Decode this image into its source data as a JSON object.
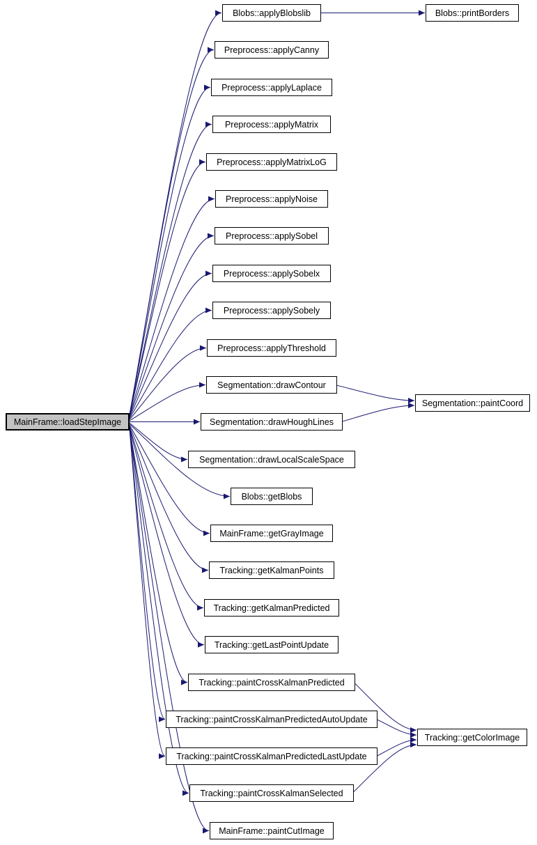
{
  "diagram": {
    "type": "call-graph",
    "colors": {
      "edge": "#191970",
      "node_border": "#000000",
      "node_fill": "#ffffff",
      "root_fill": "#c3c3c3"
    },
    "root": {
      "label": "MainFrame::loadStepImage"
    },
    "nodes": [
      {
        "id": "loadStepImage",
        "label": "MainFrame::loadStepImage"
      },
      {
        "id": "applyBlobslib",
        "label": "Blobs::applyBlobslib"
      },
      {
        "id": "printBorders",
        "label": "Blobs::printBorders"
      },
      {
        "id": "applyCanny",
        "label": "Preprocess::applyCanny"
      },
      {
        "id": "applyLaplace",
        "label": "Preprocess::applyLaplace"
      },
      {
        "id": "applyMatrix",
        "label": "Preprocess::applyMatrix"
      },
      {
        "id": "applyMatrixLoG",
        "label": "Preprocess::applyMatrixLoG"
      },
      {
        "id": "applyNoise",
        "label": "Preprocess::applyNoise"
      },
      {
        "id": "applySobel",
        "label": "Preprocess::applySobel"
      },
      {
        "id": "applySobelx",
        "label": "Preprocess::applySobelx"
      },
      {
        "id": "applySobely",
        "label": "Preprocess::applySobely"
      },
      {
        "id": "applyThreshold",
        "label": "Preprocess::applyThreshold"
      },
      {
        "id": "drawContour",
        "label": "Segmentation::drawContour"
      },
      {
        "id": "drawHoughLines",
        "label": "Segmentation::drawHoughLines"
      },
      {
        "id": "paintCoord",
        "label": "Segmentation::paintCoord"
      },
      {
        "id": "drawLocalScaleSpace",
        "label": "Segmentation::drawLocalScaleSpace"
      },
      {
        "id": "getBlobs",
        "label": "Blobs::getBlobs"
      },
      {
        "id": "getGrayImage",
        "label": "MainFrame::getGrayImage"
      },
      {
        "id": "getKalmanPoints",
        "label": "Tracking::getKalmanPoints"
      },
      {
        "id": "getKalmanPredicted",
        "label": "Tracking::getKalmanPredicted"
      },
      {
        "id": "getLastPointUpdate",
        "label": "Tracking::getLastPointUpdate"
      },
      {
        "id": "paintCrossKalmanPredicted",
        "label": "Tracking::paintCrossKalmanPredicted"
      },
      {
        "id": "paintCrossKalmanPredictedAutoUpdate",
        "label": "Tracking::paintCrossKalmanPredictedAutoUpdate"
      },
      {
        "id": "paintCrossKalmanPredictedLastUpdate",
        "label": "Tracking::paintCrossKalmanPredictedLastUpdate"
      },
      {
        "id": "paintCrossKalmanSelected",
        "label": "Tracking::paintCrossKalmanSelected"
      },
      {
        "id": "getColorImage",
        "label": "Tracking::getColorImage"
      },
      {
        "id": "paintCutImage",
        "label": "MainFrame::paintCutImage"
      }
    ],
    "edges": [
      {
        "from": "loadStepImage",
        "to": "applyBlobslib"
      },
      {
        "from": "loadStepImage",
        "to": "applyCanny"
      },
      {
        "from": "loadStepImage",
        "to": "applyLaplace"
      },
      {
        "from": "loadStepImage",
        "to": "applyMatrix"
      },
      {
        "from": "loadStepImage",
        "to": "applyMatrixLoG"
      },
      {
        "from": "loadStepImage",
        "to": "applyNoise"
      },
      {
        "from": "loadStepImage",
        "to": "applySobel"
      },
      {
        "from": "loadStepImage",
        "to": "applySobelx"
      },
      {
        "from": "loadStepImage",
        "to": "applySobely"
      },
      {
        "from": "loadStepImage",
        "to": "applyThreshold"
      },
      {
        "from": "loadStepImage",
        "to": "drawContour"
      },
      {
        "from": "loadStepImage",
        "to": "drawHoughLines"
      },
      {
        "from": "loadStepImage",
        "to": "drawLocalScaleSpace"
      },
      {
        "from": "loadStepImage",
        "to": "getBlobs"
      },
      {
        "from": "loadStepImage",
        "to": "getGrayImage"
      },
      {
        "from": "loadStepImage",
        "to": "getKalmanPoints"
      },
      {
        "from": "loadStepImage",
        "to": "getKalmanPredicted"
      },
      {
        "from": "loadStepImage",
        "to": "getLastPointUpdate"
      },
      {
        "from": "loadStepImage",
        "to": "paintCrossKalmanPredicted"
      },
      {
        "from": "loadStepImage",
        "to": "paintCrossKalmanPredictedAutoUpdate"
      },
      {
        "from": "loadStepImage",
        "to": "paintCrossKalmanPredictedLastUpdate"
      },
      {
        "from": "loadStepImage",
        "to": "paintCrossKalmanSelected"
      },
      {
        "from": "loadStepImage",
        "to": "paintCutImage"
      },
      {
        "from": "applyBlobslib",
        "to": "printBorders"
      },
      {
        "from": "drawContour",
        "to": "paintCoord"
      },
      {
        "from": "drawHoughLines",
        "to": "paintCoord"
      },
      {
        "from": "paintCrossKalmanPredicted",
        "to": "getColorImage"
      },
      {
        "from": "paintCrossKalmanPredictedAutoUpdate",
        "to": "getColorImage"
      },
      {
        "from": "paintCrossKalmanPredictedLastUpdate",
        "to": "getColorImage"
      },
      {
        "from": "paintCrossKalmanSelected",
        "to": "getColorImage"
      }
    ]
  }
}
